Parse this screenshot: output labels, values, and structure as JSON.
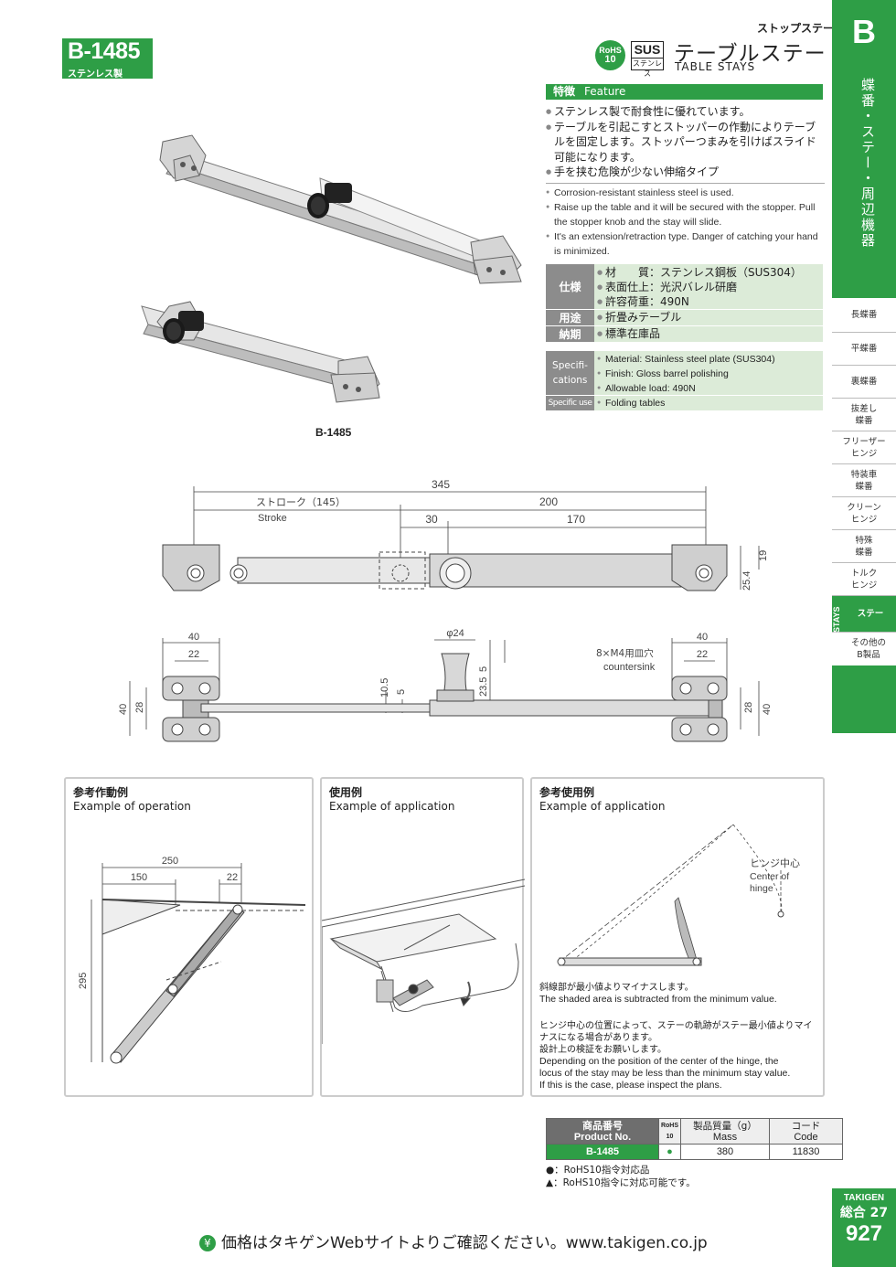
{
  "header": {
    "model": "B-1485",
    "material": "ステンレス製",
    "rohs": {
      "line1": "RoHS",
      "line2": "10"
    },
    "sus": {
      "line1": "SUS",
      "line2": "ステンレス"
    },
    "category_small": "ストップステー",
    "title_jp": "テーブルステー",
    "title_en": "TABLE  STAYS"
  },
  "side_tab": {
    "letter": "B",
    "vertical": "蝶番・ステー・周辺機器",
    "menu": [
      "長蝶番",
      "平蝶番",
      "裏蝶番",
      "抜差し\n蝶番",
      "フリーザー\nヒンジ",
      "特装車\n蝶番",
      "クリーン\nヒンジ",
      "特殊\n蝶番",
      "トルク\nヒンジ",
      "ステー",
      "その他の\nB製品"
    ],
    "active_vertical": "STAYS"
  },
  "feature": {
    "head_jp": "特徴",
    "head_en": "Feature",
    "jp": [
      "ステンレス製で耐食性に優れています。",
      "テーブルを引起こすとストッパーの作動によりテーブルを固定します。ストッパーつまみを引けばスライド可能になります。",
      "手を挟む危険が少ない伸縮タイプ"
    ],
    "en": [
      "Corrosion-resistant stainless steel is used.",
      "Raise up the table and it will be secured with the stopper. Pull the stopper knob and the stay will slide.",
      "It's an extension/retraction type. Danger of catching your hand is minimized."
    ]
  },
  "spec_jp": {
    "spec_label": "仕様",
    "spec_items": [
      "材　　質：ステンレス鋼板（SUS304）",
      "表面仕上：光沢バレル研磨",
      "許容荷重：490N"
    ],
    "use_label": "用途",
    "use_items": [
      "折畳みテーブル"
    ],
    "delivery_label": "納期",
    "delivery_items": [
      "標準在庫品"
    ]
  },
  "spec_en": {
    "spec_label": "Specifi-\ncations",
    "spec_items": [
      "Material: Stainless steel plate (SUS304)",
      "Finish: Gloss barrel polishing",
      "Allowable load: 490N"
    ],
    "use_label": "Specific use",
    "use_items": [
      "Folding tables"
    ]
  },
  "photo_label": "B-1485",
  "drawing": {
    "d345": "345",
    "stroke_jp": "ストローク（145）",
    "stroke_en": "Stroke",
    "d200": "200",
    "d30": "30",
    "d170": "170",
    "d19": "19",
    "d25_4": "25.4",
    "d40a": "40",
    "d22a": "22",
    "d40b": "40",
    "d22b": "22",
    "phi24": "φ24",
    "d5a": "5",
    "d23_5": "23.5",
    "d10_5": "10.5",
    "d5b": "5",
    "d40c": "40",
    "d28a": "28",
    "d28b": "28",
    "d40d": "40",
    "csk_jp": "8×M4用皿穴",
    "csk_en": "countersink"
  },
  "examples": {
    "op": {
      "jp": "参考作動例",
      "en": "Example of operation",
      "d250": "250",
      "d150": "150",
      "d22": "22",
      "d295": "295"
    },
    "app": {
      "jp": "使用例",
      "en": "Example of application"
    },
    "ref": {
      "jp": "参考使用例",
      "en": "Example of application",
      "hinge_jp": "ヒンジ中心",
      "hinge_en1": "Center of",
      "hinge_en2": "hinge",
      "note1_jp": "斜線部が最小値よりマイナスします。",
      "note1_en": "The shaded area is subtracted from the minimum value.",
      "note2_jp1": "ヒンジ中心の位置によって、ステーの軌跡がステー最小値よりマイ",
      "note2_jp2": "ナスになる場合があります。",
      "note2_jp3": "設計上の検証をお願いします。",
      "note2_en1": "Depending on the position of the center of the hinge, the",
      "note2_en2": "locus of the stay may be less than the minimum stay value.",
      "note2_en3": "If this is the case, please inspect the plans."
    }
  },
  "product_table": {
    "h_product_jp": "商品番号",
    "h_product_en": "Product No.",
    "h_rohs1": "RoHS",
    "h_rohs2": "10",
    "h_mass_jp": "製品質量（g）",
    "h_mass_en": "Mass",
    "h_code_jp": "コード",
    "h_code_en": "Code",
    "row": {
      "product": "B-1485",
      "rohs": "●",
      "mass": "380",
      "code": "11830"
    }
  },
  "legend": [
    "●：RoHS10指令対応品",
    "▲：RoHS10指令に対応可能です。"
  ],
  "footer": {
    "yen": "¥",
    "text": "価格はタキゲンWebサイトよりご確認ください。www.takigen.co.jp",
    "brand": "TAKIGEN",
    "total": "総合 27",
    "page": "927"
  },
  "colors": {
    "brand_green": "#2e9e46",
    "spec_bg": "#dcebd8",
    "header_gray": "#8c8c8c"
  }
}
